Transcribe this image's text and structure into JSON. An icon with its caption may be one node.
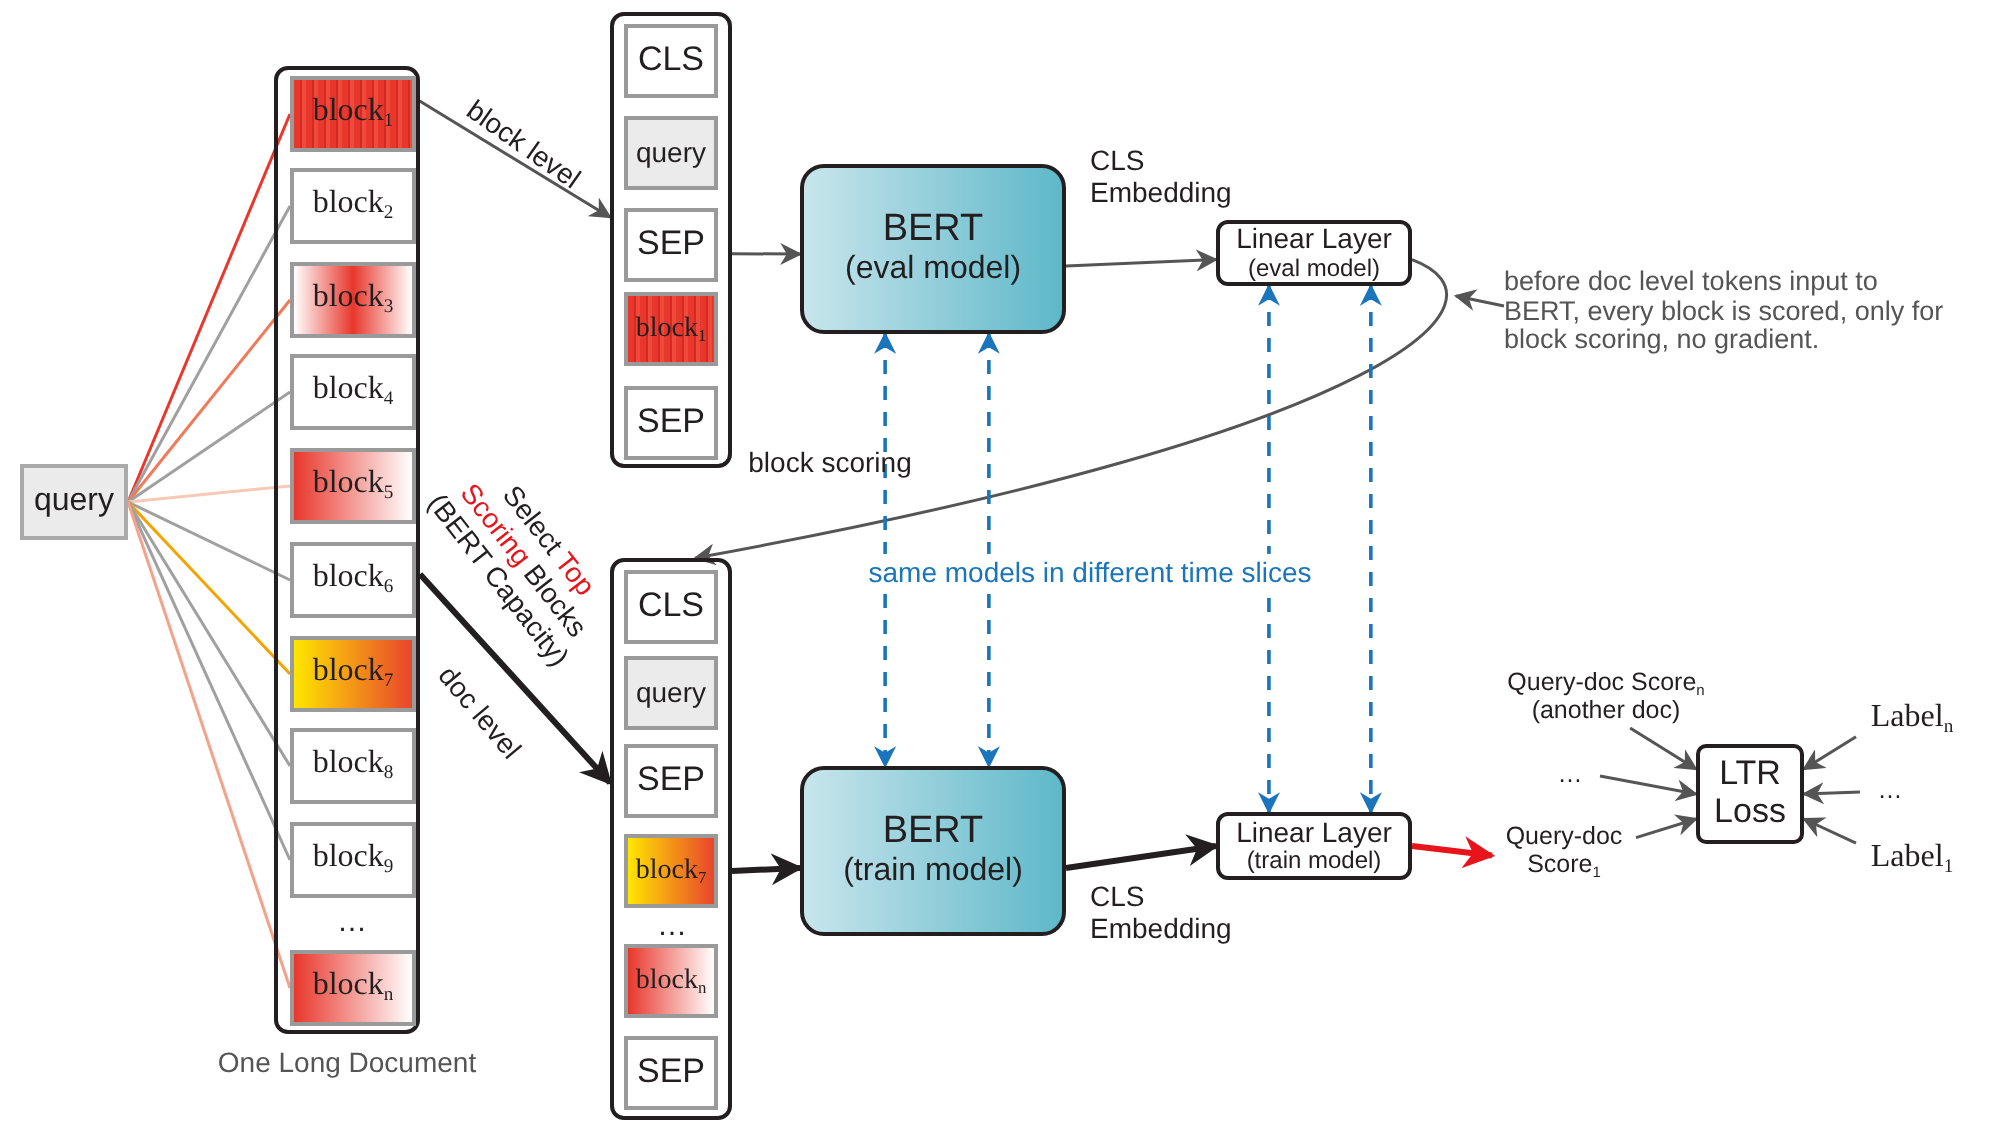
{
  "diagram": {
    "nodes": [
      {
        "text": [
          "query"
        ]
      },
      {
        "text": [],
        "shape": "box",
        "beside": [
          "One Long Document"
        ]
      },
      {
        "text": [
          "block$_{1}$"
        ],
        "in": 1
      },
      {
        "text": [
          "block$_{2}$"
        ],
        "in": 1
      },
      {
        "text": [
          "block$_{3}$"
        ],
        "in": 1
      },
      {
        "text": [
          "block$_{4}$"
        ],
        "in": 1
      },
      {
        "text": [
          "block$_{5}$"
        ],
        "in": 1
      },
      {
        "text": [
          "block$_{6}$"
        ],
        "in": 1
      },
      {
        "text": [
          "block$_{7}$"
        ],
        "in": 1
      },
      {
        "text": [
          "block$_{8}$"
        ],
        "in": 1
      },
      {
        "text": [
          "block$_{9}$"
        ],
        "in": 1
      },
      {
        "text": [
          "block$_{n}$"
        ],
        "in": 1
      },
      {
        "text": [],
        "shape": "box"
      },
      {
        "text": [
          "CLS"
        ],
        "in": 12
      },
      {
        "text": [
          "query"
        ],
        "in": 12
      },
      {
        "text": [
          "SEP"
        ],
        "in": 12
      },
      {
        "text": [
          "block$_{1}$"
        ],
        "in": 12
      },
      {
        "text": [
          "SEP"
        ],
        "in": 12
      },
      {
        "text": [
          "BERT",
          "(eval model)"
        ]
      },
      {
        "text": [
          "Linear Layer",
          "(eval model)"
        ]
      },
      {
        "text": [
          "before doc level tokens input to BERT, every block is scored, only for block scoring, no gradient."
        ]
      },
      {
        "text": [],
        "shape": "box"
      },
      {
        "text": [
          "CLS"
        ],
        "in": 21
      },
      {
        "text": [
          "query"
        ],
        "in": 21
      },
      {
        "text": [
          "SEP"
        ],
        "in": 21
      },
      {
        "text": [
          "block$_{7}$"
        ],
        "in": 21
      },
      {
        "text": [
          "block$_{n}$"
        ],
        "in": 21
      },
      {
        "text": [
          "SEP"
        ],
        "in": 21
      },
      {
        "text": [
          "BERT",
          "(train model)"
        ]
      },
      {
        "text": [
          "Linear Layer",
          "(train model)"
        ]
      },
      {
        "text": [
          "Query-doc Score$_{n}$",
          "(another doc)"
        ]
      },
      {
        "text": [
          "…"
        ]
      },
      {
        "text": [
          "Query-doc Score$_{1}$"
        ]
      },
      {
        "text": [
          "LTR Loss"
        ]
      },
      {
        "text": [
          "Label$_{n}$"
        ]
      },
      {
        "text": [
          "…"
        ]
      },
      {
        "text": [
          "Label$_{1}$"
        ]
      }
    ],
    "edges": [
      {
        "from": 0,
        "to": 2,
        "arrow": "none",
        "color": "#e8372c"
      },
      {
        "from": 0,
        "to": 3,
        "arrow": "none",
        "color": "#a0a0a0"
      },
      {
        "from": 0,
        "to": 4,
        "arrow": "none",
        "color": "#f07a5a"
      },
      {
        "from": 0,
        "to": 5,
        "arrow": "none",
        "color": "#a0a0a0"
      },
      {
        "from": 0,
        "to": 6,
        "arrow": "none",
        "color": "#f9c9b8"
      },
      {
        "from": 0,
        "to": 7,
        "arrow": "none",
        "color": "#a0a0a0"
      },
      {
        "from": 0,
        "to": 8,
        "arrow": "none",
        "color": "#f5a300"
      },
      {
        "from": 0,
        "to": 9,
        "arrow": "none",
        "color": "#a0a0a0"
      },
      {
        "from": 0,
        "to": 10,
        "arrow": "none",
        "color": "#a0a0a0"
      },
      {
        "from": 0,
        "to": 11,
        "arrow": "none",
        "color": "#f4a28c"
      },
      {
        "from": 2,
        "to": 12,
        "arrow": "to",
        "label": "block level"
      },
      {
        "from": 12,
        "to": 18,
        "arrow": "to"
      },
      {
        "from": 18,
        "to": 19,
        "arrow": "to",
        "label": "CLS Embedding"
      },
      {
        "from": 19,
        "to": 21,
        "arrow": "to"
      },
      {
        "from": 20,
        "to": null,
        "arrow": "to"
      },
      {
        "from": 1,
        "to": 21,
        "arrow": "to",
        "style": "thick",
        "color": "#231f20",
        "label": "doc level"
      },
      {
        "from": 21,
        "to": 28,
        "arrow": "to",
        "style": "thick",
        "color": "#231f20"
      },
      {
        "from": 28,
        "to": 29,
        "arrow": "to",
        "style": "thick",
        "color": "#231f20",
        "label": "CLS Embedding"
      },
      {
        "from": 29,
        "to": 32,
        "arrow": "to",
        "style": "thick",
        "color": "#e8141b"
      },
      {
        "from": 18,
        "to": 28,
        "arrow": "both",
        "style": "dashed",
        "color": "#1a75bc"
      },
      {
        "from": 18,
        "to": 28,
        "arrow": "both",
        "style": "dashed",
        "color": "#1a75bc"
      },
      {
        "from": 19,
        "to": 29,
        "arrow": "both",
        "style": "dashed",
        "color": "#1a75bc"
      },
      {
        "from": 19,
        "to": 29,
        "arrow": "both",
        "style": "dashed",
        "color": "#1a75bc"
      },
      {
        "from": 30,
        "to": 33,
        "arrow": "to"
      },
      {
        "from": 31,
        "to": 33,
        "arrow": "to"
      },
      {
        "from": 32,
        "to": 33,
        "arrow": "to"
      },
      {
        "from": 34,
        "to": 33,
        "arrow": "to"
      },
      {
        "from": 35,
        "to": 33,
        "arrow": "to"
      },
      {
        "from": 36,
        "to": 33,
        "arrow": "to"
      }
    ],
    "labels": [
      "…",
      "…",
      "block scoring",
      "Select **Top Scoring** Blocks (BERT Capacity)",
      "same models in different time slices"
    ]
  }
}
